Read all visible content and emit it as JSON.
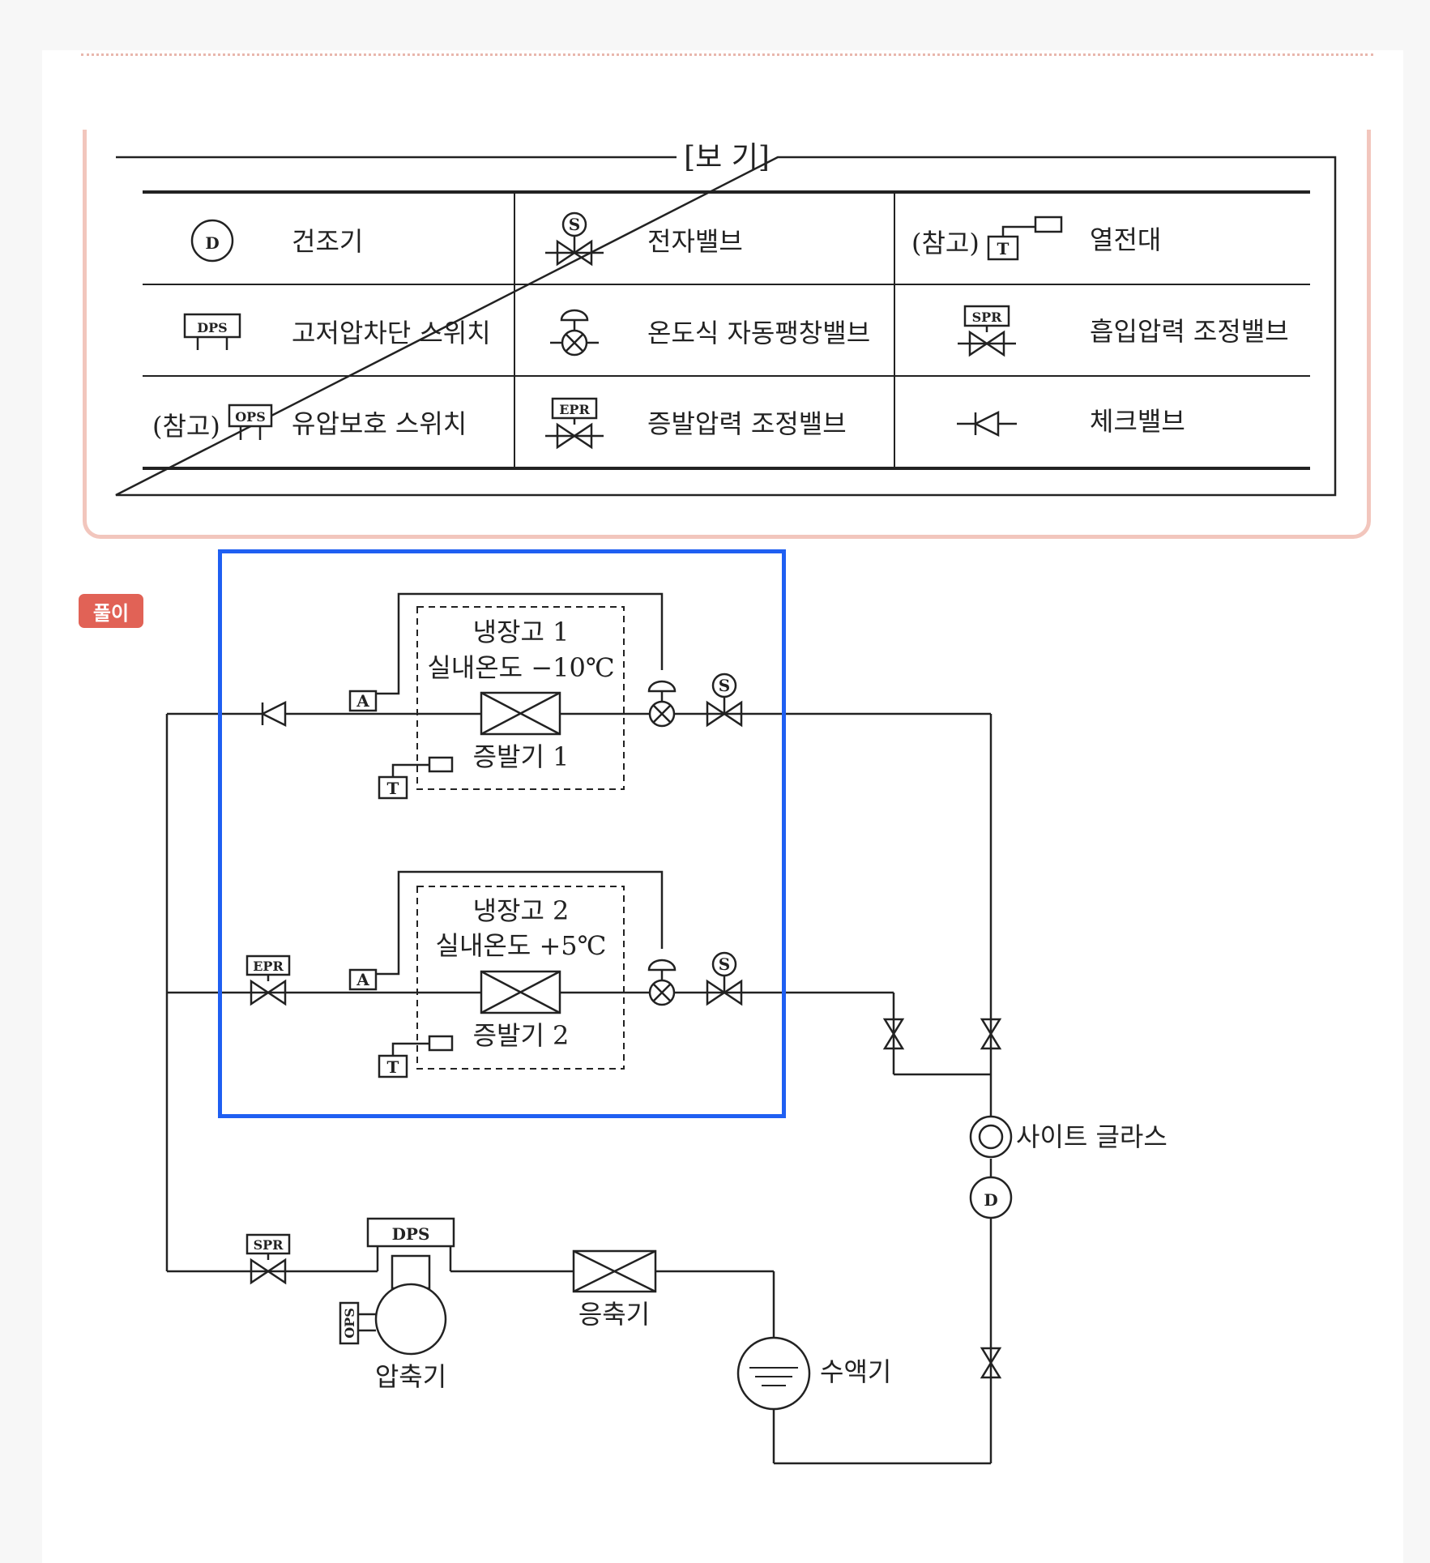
{
  "legend": {
    "title": "[보  기]",
    "rows": [
      [
        {
          "prefix": "",
          "symbol": "D",
          "label": "건조기"
        },
        {
          "prefix": "",
          "symbol": "S",
          "label": "전자밸브"
        },
        {
          "prefix": "(참고)",
          "symbol": "T",
          "label": "열전대"
        }
      ],
      [
        {
          "prefix": "",
          "symbol": "DPS",
          "label": "고저압차단 스위치"
        },
        {
          "prefix": "",
          "symbol": "",
          "label": "온도식 자동팽창밸브"
        },
        {
          "prefix": "",
          "symbol": "SPR",
          "label": "흡입압력 조정밸브"
        }
      ],
      [
        {
          "prefix": "(참고)",
          "symbol": "OPS",
          "label": "유압보호 스위치"
        },
        {
          "prefix": "",
          "symbol": "EPR",
          "label": "증발압력 조정밸브"
        },
        {
          "prefix": "",
          "symbol": "",
          "label": "체크밸브"
        }
      ]
    ]
  },
  "badge": "풀이",
  "diagram": {
    "fridge1": {
      "title": "냉장고 1",
      "temp": "실내온도 −10℃",
      "evaporator": "증발기 1"
    },
    "fridge2": {
      "title": "냉장고 2",
      "temp": "실내온도 +5℃",
      "evaporator": "증발기 2"
    },
    "sensor_a": "A",
    "thermo_t": "T",
    "solenoid_s": "S",
    "epr": "EPR",
    "spr": "SPR",
    "dps": "DPS",
    "ops": "OPS",
    "drier": "D",
    "sight_glass": "사이트 글라스",
    "compressor": "압축기",
    "condenser": "응축기",
    "receiver": "수액기"
  },
  "colors": {
    "highlight": "#1f5ff2",
    "badge": "#e16256",
    "frame": "#f2c6bd"
  }
}
